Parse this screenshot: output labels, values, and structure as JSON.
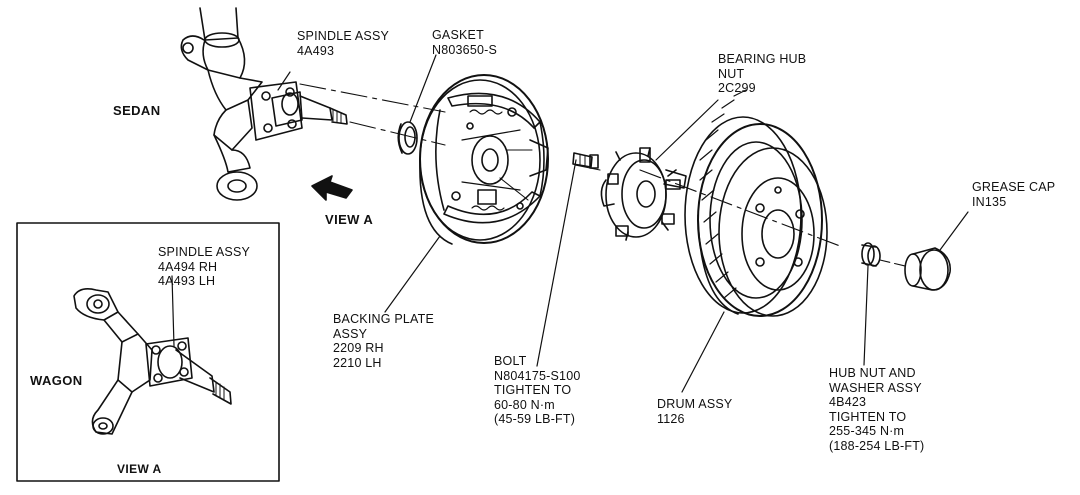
{
  "labels": {
    "sedan": "SEDAN",
    "view_a_arrow": "VIEW A",
    "wagon": "WAGON",
    "inset_caption": "VIEW A",
    "spindle_sedan": [
      "SPINDLE ASSY",
      "4A493"
    ],
    "gasket": [
      "GASKET",
      "N803650-S"
    ],
    "bearing_hub_nut": [
      "BEARING HUB",
      "NUT",
      "2C299"
    ],
    "grease_cap": [
      "GREASE CAP",
      "IN135"
    ],
    "spindle_wagon": [
      "SPINDLE ASSY",
      "4A494 RH",
      "4A493 LH"
    ],
    "backing_plate": [
      "BACKING PLATE",
      "ASSY",
      "2209 RH",
      "2210 LH"
    ],
    "bolt": [
      "BOLT",
      "N804175-S100",
      "TIGHTEN TO",
      "60-80 N·m",
      "(45-59 LB-FT)"
    ],
    "drum": [
      "DRUM ASSY",
      "1126"
    ],
    "hub_nut_washer": [
      "HUB NUT AND",
      "WASHER ASSY",
      "4B423",
      "TIGHTEN TO",
      "255-345 N·m",
      "(188-254 LB-FT)"
    ]
  }
}
